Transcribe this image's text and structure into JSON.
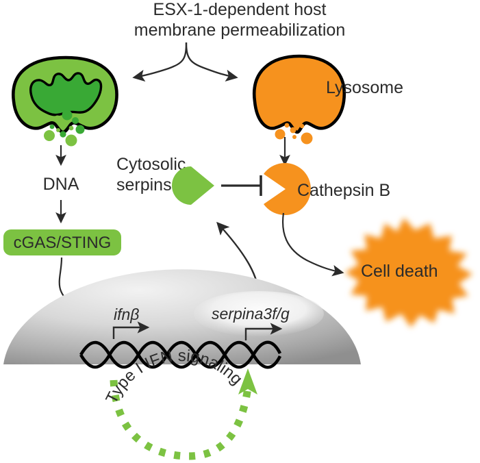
{
  "figure": {
    "title_line1": "ESX-1-dependent host",
    "title_line2": "membrane permeabilization",
    "background": "#ffffff"
  },
  "colors": {
    "green_light": "#7cc242",
    "green_dark": "#39a935",
    "green_box": "#7cc242",
    "orange": "#f6921e",
    "ink": "#2b2b2b",
    "nucleus_gray_light": "#e6e6e6",
    "nucleus_gray_dark": "#9b9b9b"
  },
  "left_branch": {
    "organelle_name": "permeabilized-phagosome",
    "dna_label": "DNA",
    "sensor_label": "cGAS/STING"
  },
  "right_branch": {
    "lysosome_label": "Lysosome",
    "cathepsin_label": "Cathepsin B",
    "cell_death_label": "Cell death"
  },
  "serpins": {
    "label_line1": "Cytosolic",
    "label_line2": "serpins"
  },
  "nucleus": {
    "gene_ifnb": "ifnβ",
    "gene_serpina": "serpina3f/g",
    "feedback_label": "Type I IFN signaling"
  },
  "edges": [
    {
      "name": "title-to-phagosome",
      "kind": "arrow"
    },
    {
      "name": "title-to-lysosome",
      "kind": "arrow"
    },
    {
      "name": "phagosome-to-dna",
      "kind": "arrow"
    },
    {
      "name": "dna-to-cgas-sting",
      "kind": "arrow"
    },
    {
      "name": "cgas-sting-to-ifnb",
      "kind": "curved-arrow"
    },
    {
      "name": "lysosome-to-cathepsin",
      "kind": "arrow"
    },
    {
      "name": "cathepsin-to-cell-death",
      "kind": "curved-arrow"
    },
    {
      "name": "serpins-inhibit-cathepsin",
      "kind": "inhibition-bar"
    },
    {
      "name": "serpina-to-serpins",
      "kind": "curved-arrow"
    },
    {
      "name": "ifnb-type-i-ifn-feedback",
      "kind": "dashed-arc-arrow"
    }
  ]
}
